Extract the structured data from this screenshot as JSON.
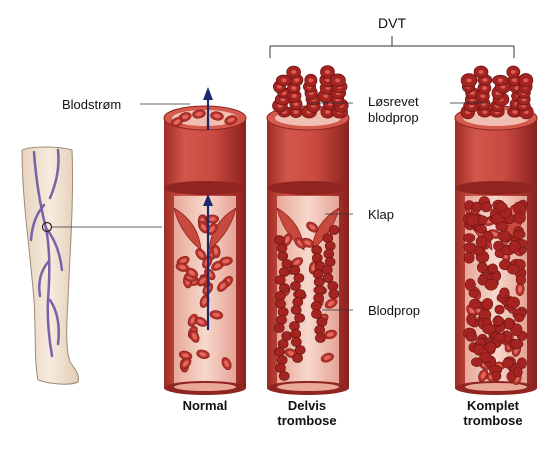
{
  "diagram": {
    "dvt_label": "DVT",
    "labels": {
      "bloodflow": "Blodstrøm",
      "detached_clot_line1": "Løsrevet",
      "detached_clot_line2": "blodprop",
      "valve": "Klap",
      "clot": "Blodprop"
    },
    "captions": {
      "normal": "Normal",
      "partial_line1": "Delvis",
      "partial_line2": "trombose",
      "complete_line1": "Komplet",
      "complete_line2": "trombose"
    },
    "colors": {
      "vessel_wall": "#c94a40",
      "vessel_dark": "#8f2420",
      "lumen": "#f3c9bd",
      "blood_cell": "#b8322c",
      "clot": "#a52421",
      "arrow": "#1b2a6b",
      "leg_skin": "#f2e4d4",
      "leg_vein": "#7a62a8"
    }
  }
}
